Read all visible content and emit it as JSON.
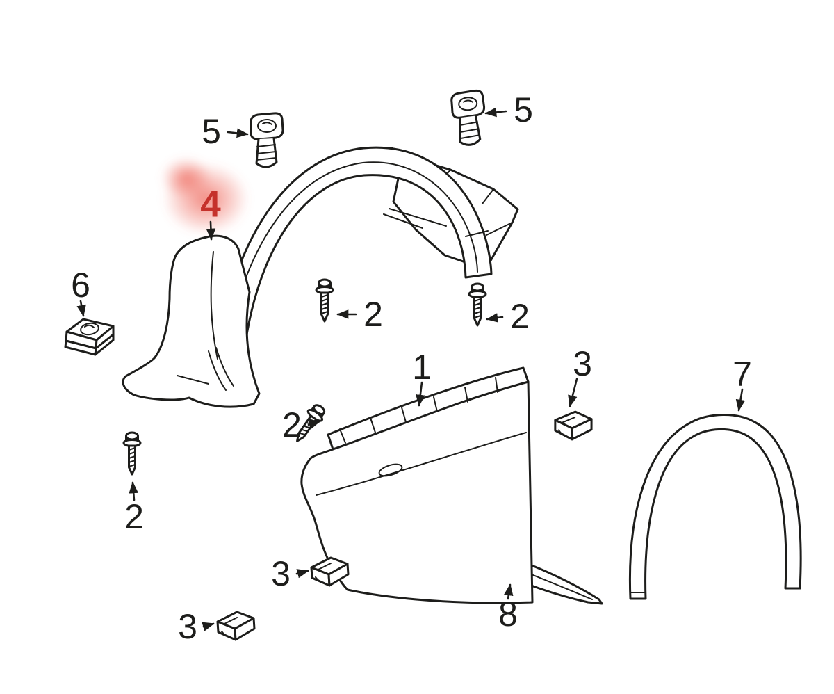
{
  "colors": {
    "line": "#1d1d1b",
    "highlight": "#c5312b",
    "glow": "#ef6a5e",
    "background": "#ffffff"
  },
  "callouts": {
    "five_left": "5",
    "five_right": "5",
    "four": "4",
    "six": "6",
    "two_arch_left": "2",
    "two_arch_right": "2",
    "two_fender_top": "2",
    "two_lower_left": "2",
    "one": "1",
    "three_right": "3",
    "three_fender_left": "3",
    "three_bottom": "3",
    "seven": "7",
    "eight": "8"
  }
}
